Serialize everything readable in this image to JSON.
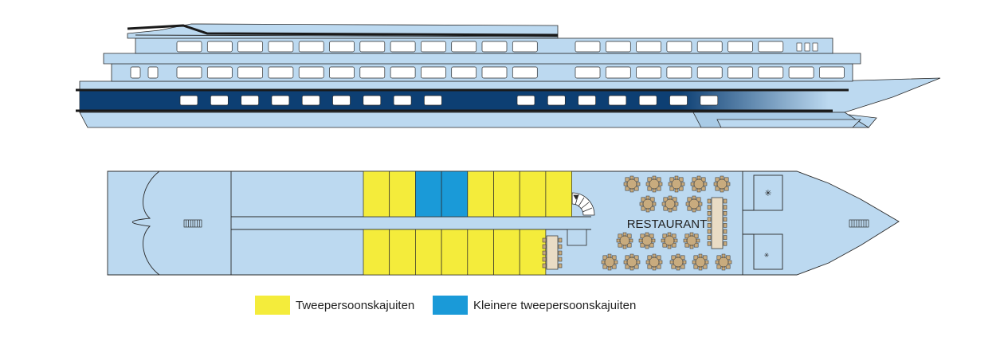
{
  "restaurant_label": "RESTAURANT",
  "colors": {
    "hull": "#bcd9f0",
    "outline": "#2a2a2a",
    "navy": "#0d3f73",
    "double_cabin": "#f4ec3b",
    "small_cabin": "#1a9ad8",
    "table": "#c8ab7e"
  },
  "legend": [
    {
      "label": "Tweepersoonskajuiten",
      "color": "#f4ec3b"
    },
    {
      "label": "Kleinere tweepersoonskajuiten",
      "color": "#1a9ad8"
    }
  ],
  "cabins": {
    "top_row": [
      "double",
      "double",
      "small",
      "small",
      "double",
      "double",
      "double",
      "double"
    ],
    "bottom_row": [
      "double",
      "double",
      "double",
      "double",
      "double",
      "double",
      "double"
    ]
  }
}
